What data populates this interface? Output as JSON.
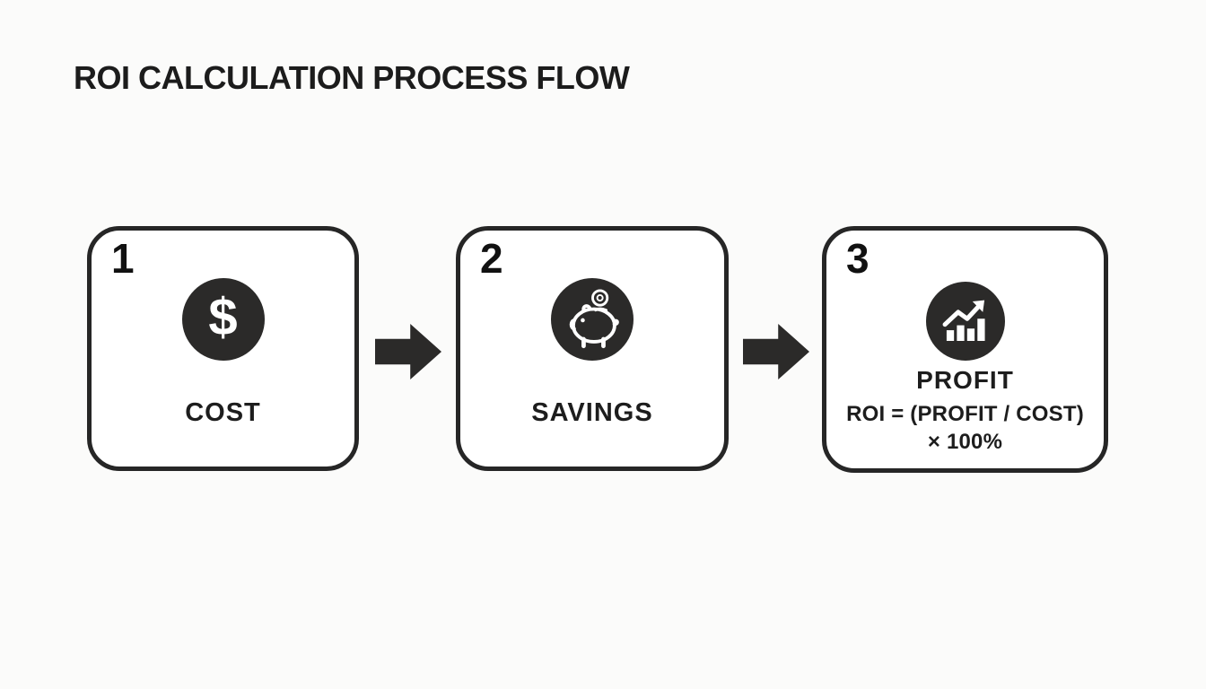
{
  "title": "ROI CALCULATION PROCESS FLOW",
  "colors": {
    "background": "#fbfbfa",
    "box_border": "#262626",
    "box_fill": "#ffffff",
    "icon_circle": "#2b2a29",
    "icon_glyph": "#ffffff",
    "text": "#1c1c1c",
    "arrow": "#2b2a29"
  },
  "steps": [
    {
      "number": "1",
      "icon": "dollar-icon",
      "glyph": "$",
      "label": "COST"
    },
    {
      "number": "2",
      "icon": "piggy-bank-icon",
      "label": "SAVINGS"
    },
    {
      "number": "3",
      "icon": "growth-chart-icon",
      "label": "PROFIT",
      "formula_line1": "ROI = (PROFIT / COST)",
      "formula_line2": "× 100%"
    }
  ],
  "flow": {
    "direction": "left-to-right",
    "arrow_count": 2
  }
}
